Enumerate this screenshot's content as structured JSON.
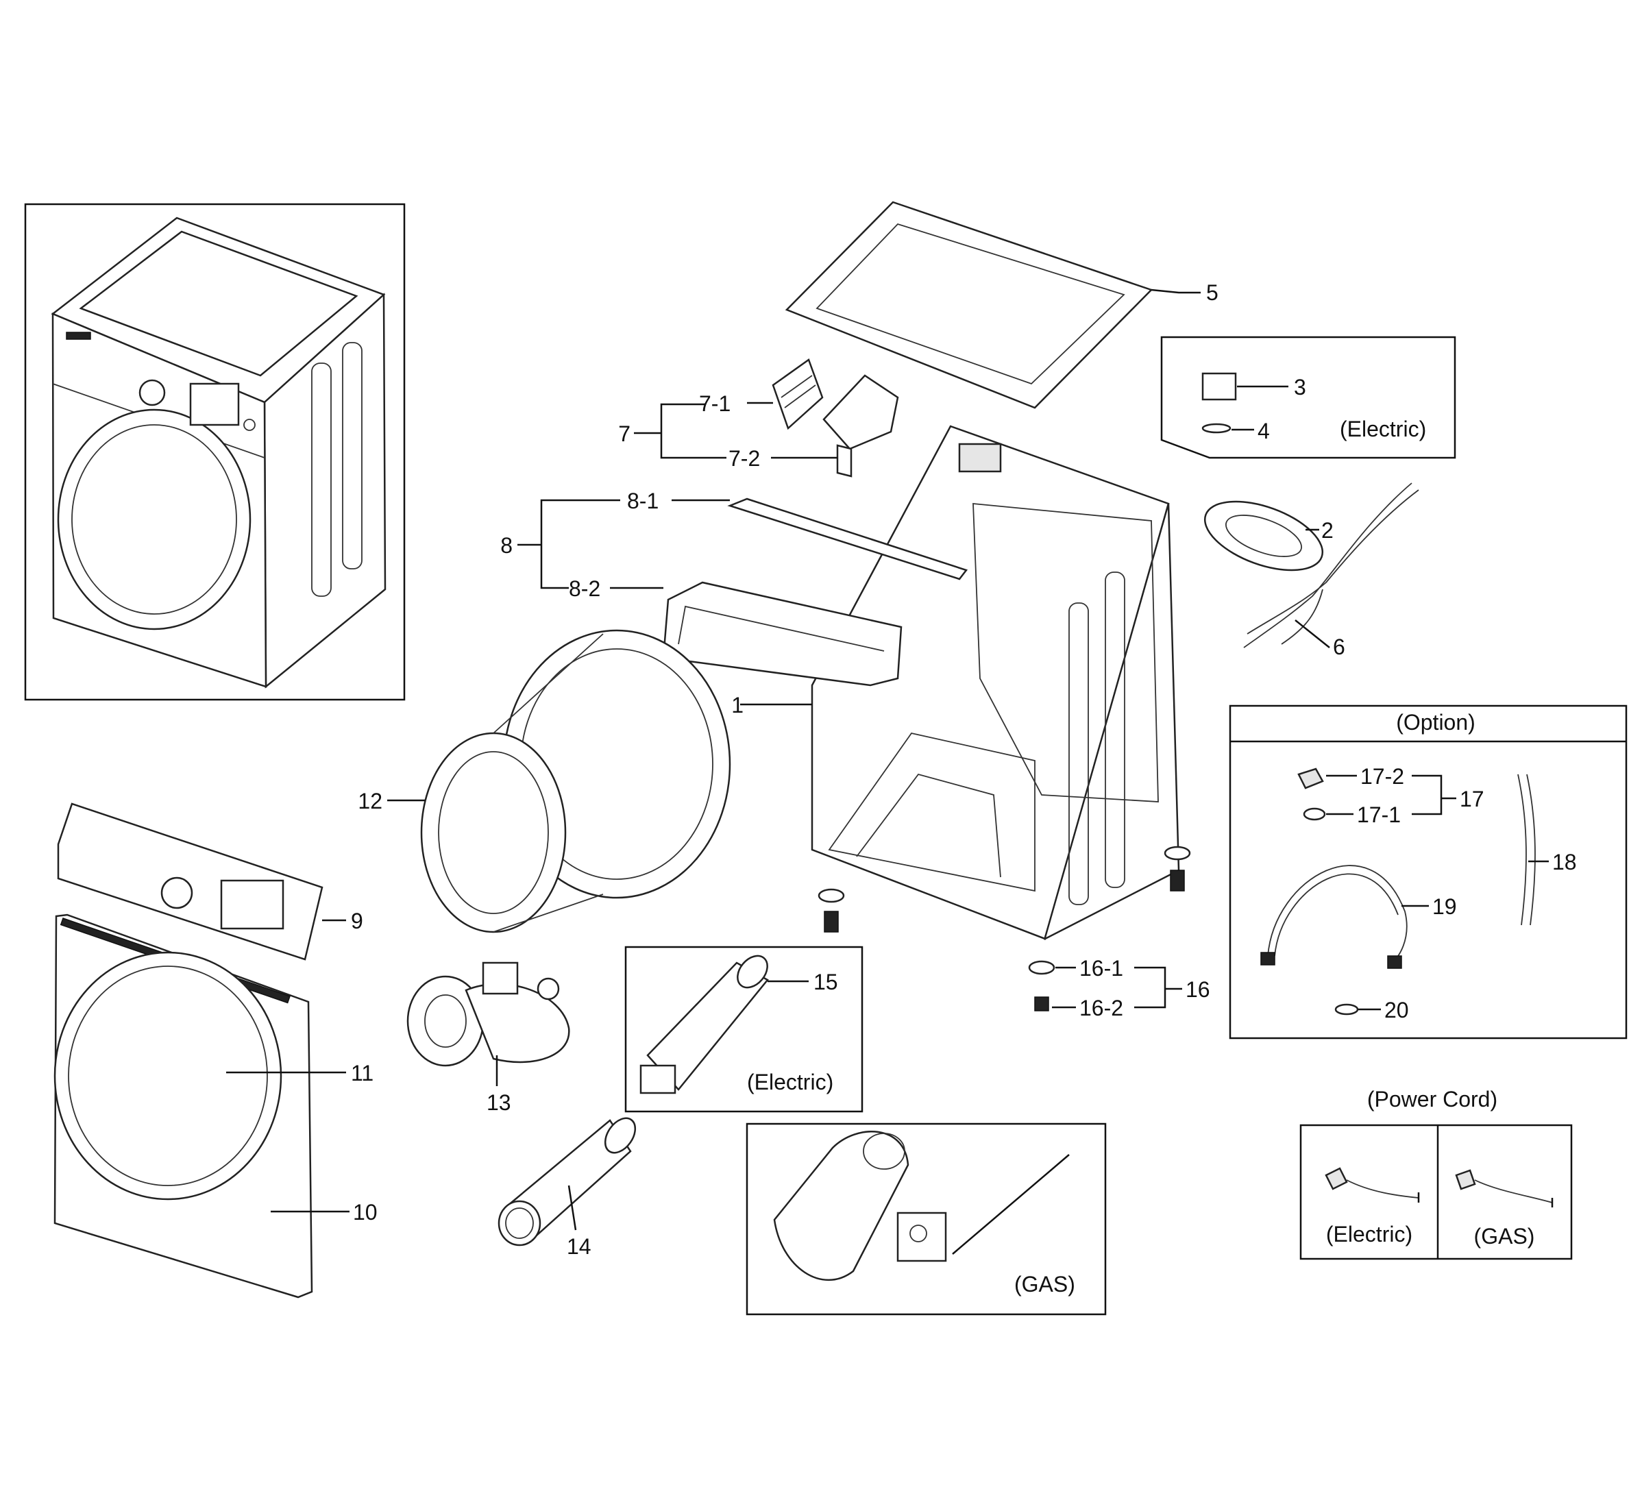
{
  "labels": {
    "l1": "1",
    "l2": "2",
    "l3": "3",
    "l4": "4",
    "l5": "5",
    "l6": "6",
    "l7": "7",
    "l7_1": "7-1",
    "l7_2": "7-2",
    "l8": "8",
    "l8_1": "8-1",
    "l8_2": "8-2",
    "l9": "9",
    "l10": "10",
    "l11": "11",
    "l12": "12",
    "l13": "13",
    "l14": "14",
    "l15": "15",
    "l16": "16",
    "l16_1": "16-1",
    "l16_2": "16-2",
    "l17": "17",
    "l17_1": "17-1",
    "l17_2": "17-2",
    "l18": "18",
    "l19": "19",
    "l20": "20"
  },
  "captions": {
    "electric_top": "(Electric)",
    "electric_heater": "(Electric)",
    "gas_burner": "(GAS)",
    "option": "(Option)",
    "power_cord": "(Power Cord)",
    "cord_electric": "(Electric)",
    "cord_gas": "(GAS)"
  }
}
